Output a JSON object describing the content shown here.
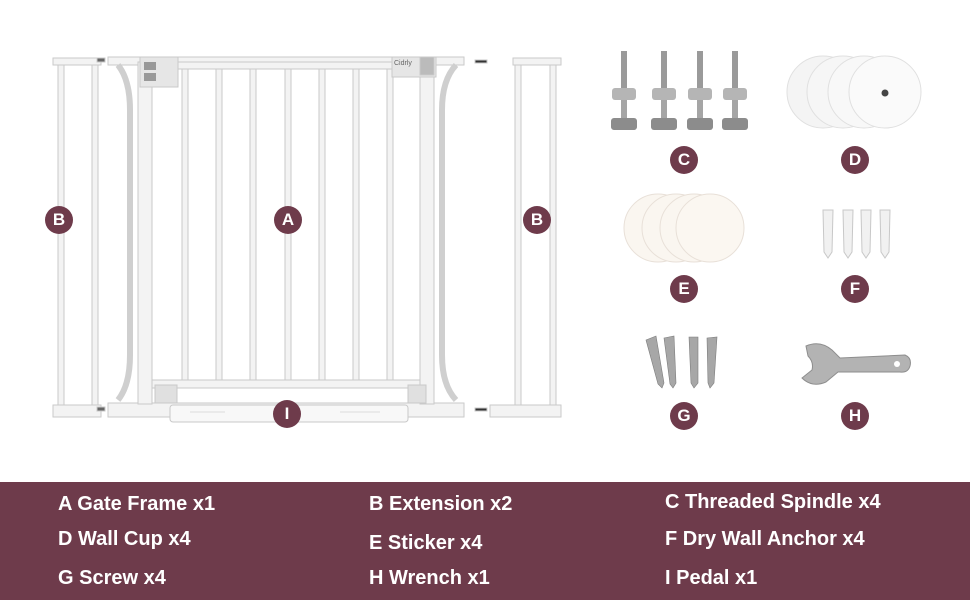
{
  "colors": {
    "accent": "#6e3b4b",
    "legend_text": "#ffffff",
    "background": "#ffffff"
  },
  "gate_brand": "Cidrly",
  "badges": {
    "a": "A",
    "b_left": "B",
    "b_right": "B",
    "c": "C",
    "d": "D",
    "e": "E",
    "f": "F",
    "g": "G",
    "h": "H",
    "i": "I"
  },
  "legend": {
    "a": "A Gate Frame x1",
    "b": "B Extension x2",
    "c": "C Threaded Spindle x4",
    "d": "D Wall Cup x4",
    "e": "E Sticker x4",
    "f": "F Dry Wall Anchor x4",
    "g": "G Screw x4",
    "h": "H Wrench x1",
    "i": "I Pedal x1"
  }
}
